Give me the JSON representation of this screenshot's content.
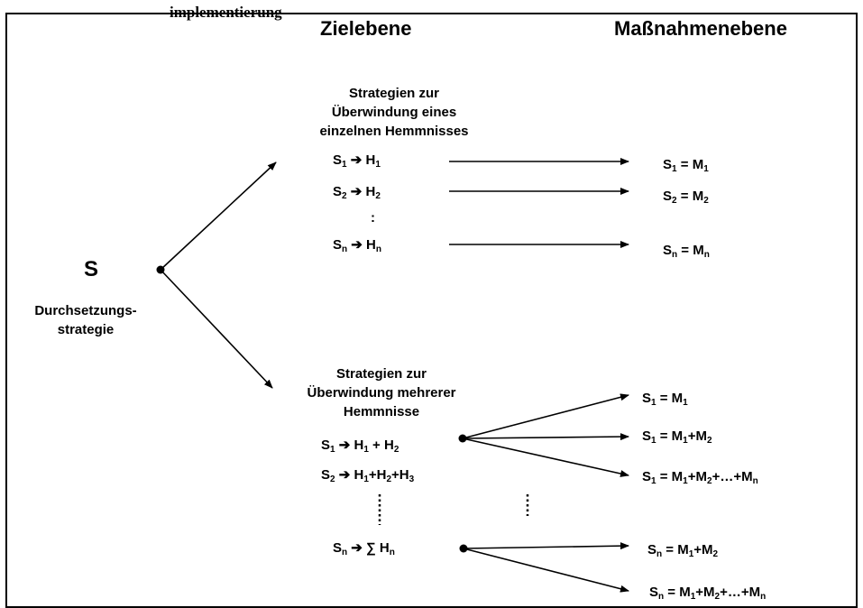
{
  "top_cut": "implementierung",
  "headers": {
    "ziel": "Zielebene",
    "massnahme": "Maßnahmenebene"
  },
  "root": {
    "symbol": "S",
    "label_line1": "Durchsetzungs-",
    "label_line2": "strategie"
  },
  "group1": {
    "title_lines": [
      "Strategien zur",
      "Überwindung eines",
      "einzelnen Hemmnisses"
    ],
    "ellipsis": ":",
    "rows": [
      {
        "s": "S",
        "ss": "1",
        "arrow": "➔",
        "h": "H",
        "hs": "1",
        "r": "S",
        "rs": "1",
        "eq": " = ",
        "m": "M",
        "ms": "1"
      },
      {
        "s": "S",
        "ss": "2",
        "arrow": "➔",
        "h": "H",
        "hs": "2",
        "r": "S",
        "rs": "2",
        "eq": " = ",
        "m": "M",
        "ms": "2"
      },
      {
        "s": "S",
        "ss": "n",
        "arrow": "➔",
        "h": "H",
        "hs": "n",
        "r": "S",
        "rs": "n",
        "eq": " = ",
        "m": "M",
        "ms": "n"
      }
    ]
  },
  "group2": {
    "title_lines": [
      "Strategien zur",
      "Überwindung mehrerer",
      "Hemmnisse"
    ],
    "left_rows": [
      {
        "s": "S",
        "ss": "1",
        "text": " ➔ H",
        "sub1": "1",
        "mid": " + H",
        "sub2": "2"
      },
      {
        "s": "S",
        "ss": "2",
        "text": " ➔ H",
        "sub1": "1",
        "mid": "+H",
        "sub2": "2",
        "mid2": "+H",
        "sub3": "3"
      },
      {
        "s": "S",
        "ss": "n",
        "text": " ➔ ∑ H",
        "sub1": "n"
      }
    ],
    "right_rows": [
      {
        "s": "S",
        "ss": "1",
        "text": " = M",
        "m1": "1"
      },
      {
        "s": "S",
        "ss": "1",
        "text": " = M",
        "m1": "1",
        "mid": "+M",
        "m2": "2"
      },
      {
        "s": "S",
        "ss": "1",
        "text": " = M",
        "m1": "1",
        "mid": "+M",
        "m2": "2",
        "tail": "+…+M",
        "m3": "n"
      },
      {
        "s": "S",
        "ss": "n",
        "text": " = M",
        "m1": "1",
        "mid": "+M",
        "m2": "2"
      },
      {
        "s": "S",
        "ss": "n",
        "text": " = M",
        "m1": "1",
        "mid": "+M",
        "m2": "2",
        "tail": "+…+M",
        "m3": "n"
      }
    ]
  }
}
